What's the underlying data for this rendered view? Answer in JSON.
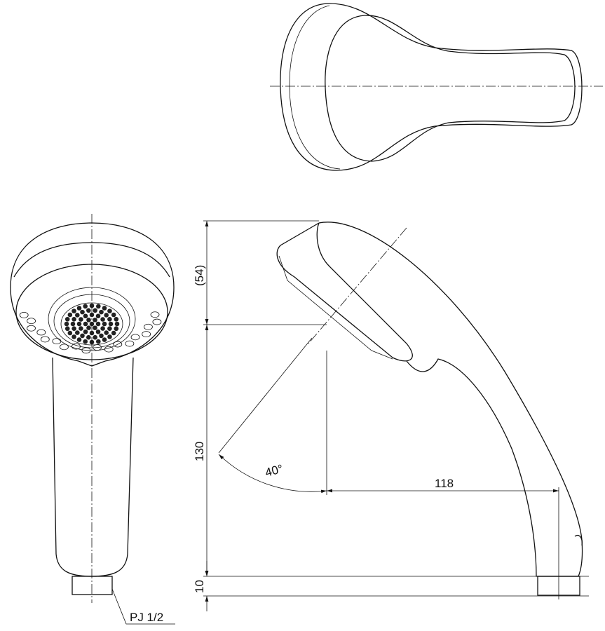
{
  "title": "Hand shower dimension drawing",
  "dimensions": {
    "head_height": "(54)",
    "height": "130",
    "base": "10",
    "angle": "40°",
    "reach": "118",
    "thread": "PJ 1/2"
  }
}
